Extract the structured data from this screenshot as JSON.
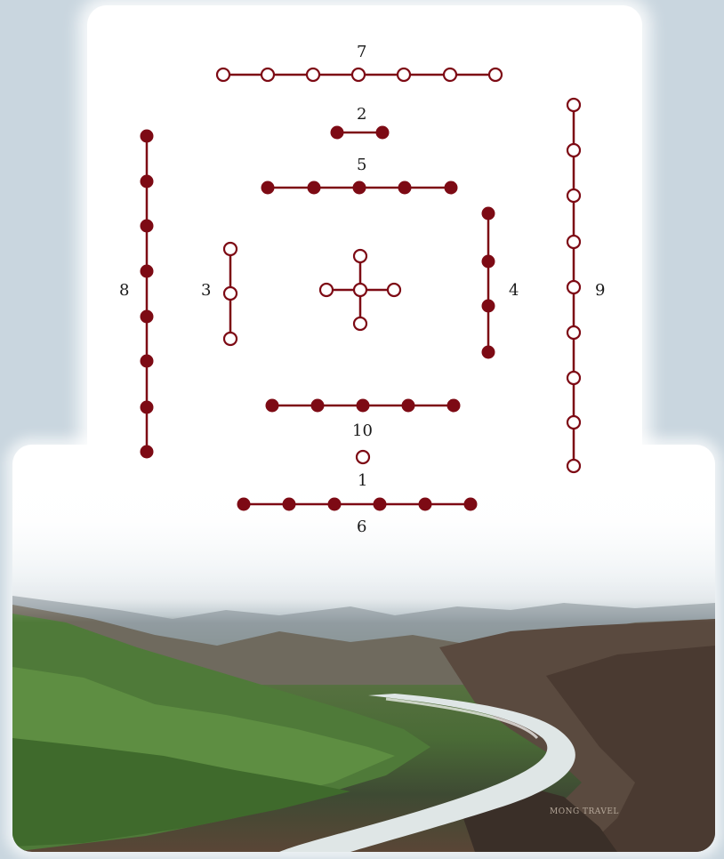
{
  "diagram": {
    "labels": {
      "n1": "1",
      "n2": "2",
      "n3": "3",
      "n4": "4",
      "n5": "5",
      "n6": "6",
      "n7": "7",
      "n8": "8",
      "n9": "9",
      "n10": "10"
    },
    "colors": {
      "dot": "#7d0a14",
      "line": "#7d0a14",
      "hollow_fill": "#ffffff"
    }
  },
  "photo": {
    "watermark": "MONG TRAVEL"
  }
}
